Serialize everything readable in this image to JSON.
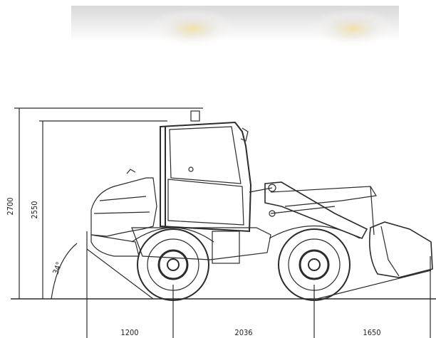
{
  "dimensions": {
    "overall_height": "2700",
    "cab_height": "2550",
    "approach_angle": "34°",
    "front_overhang": "1200",
    "wheelbase": "2036",
    "bucket_reach": "1650"
  },
  "colors": {
    "line": "#2b2b2b",
    "glow": "#f4e7b4"
  }
}
